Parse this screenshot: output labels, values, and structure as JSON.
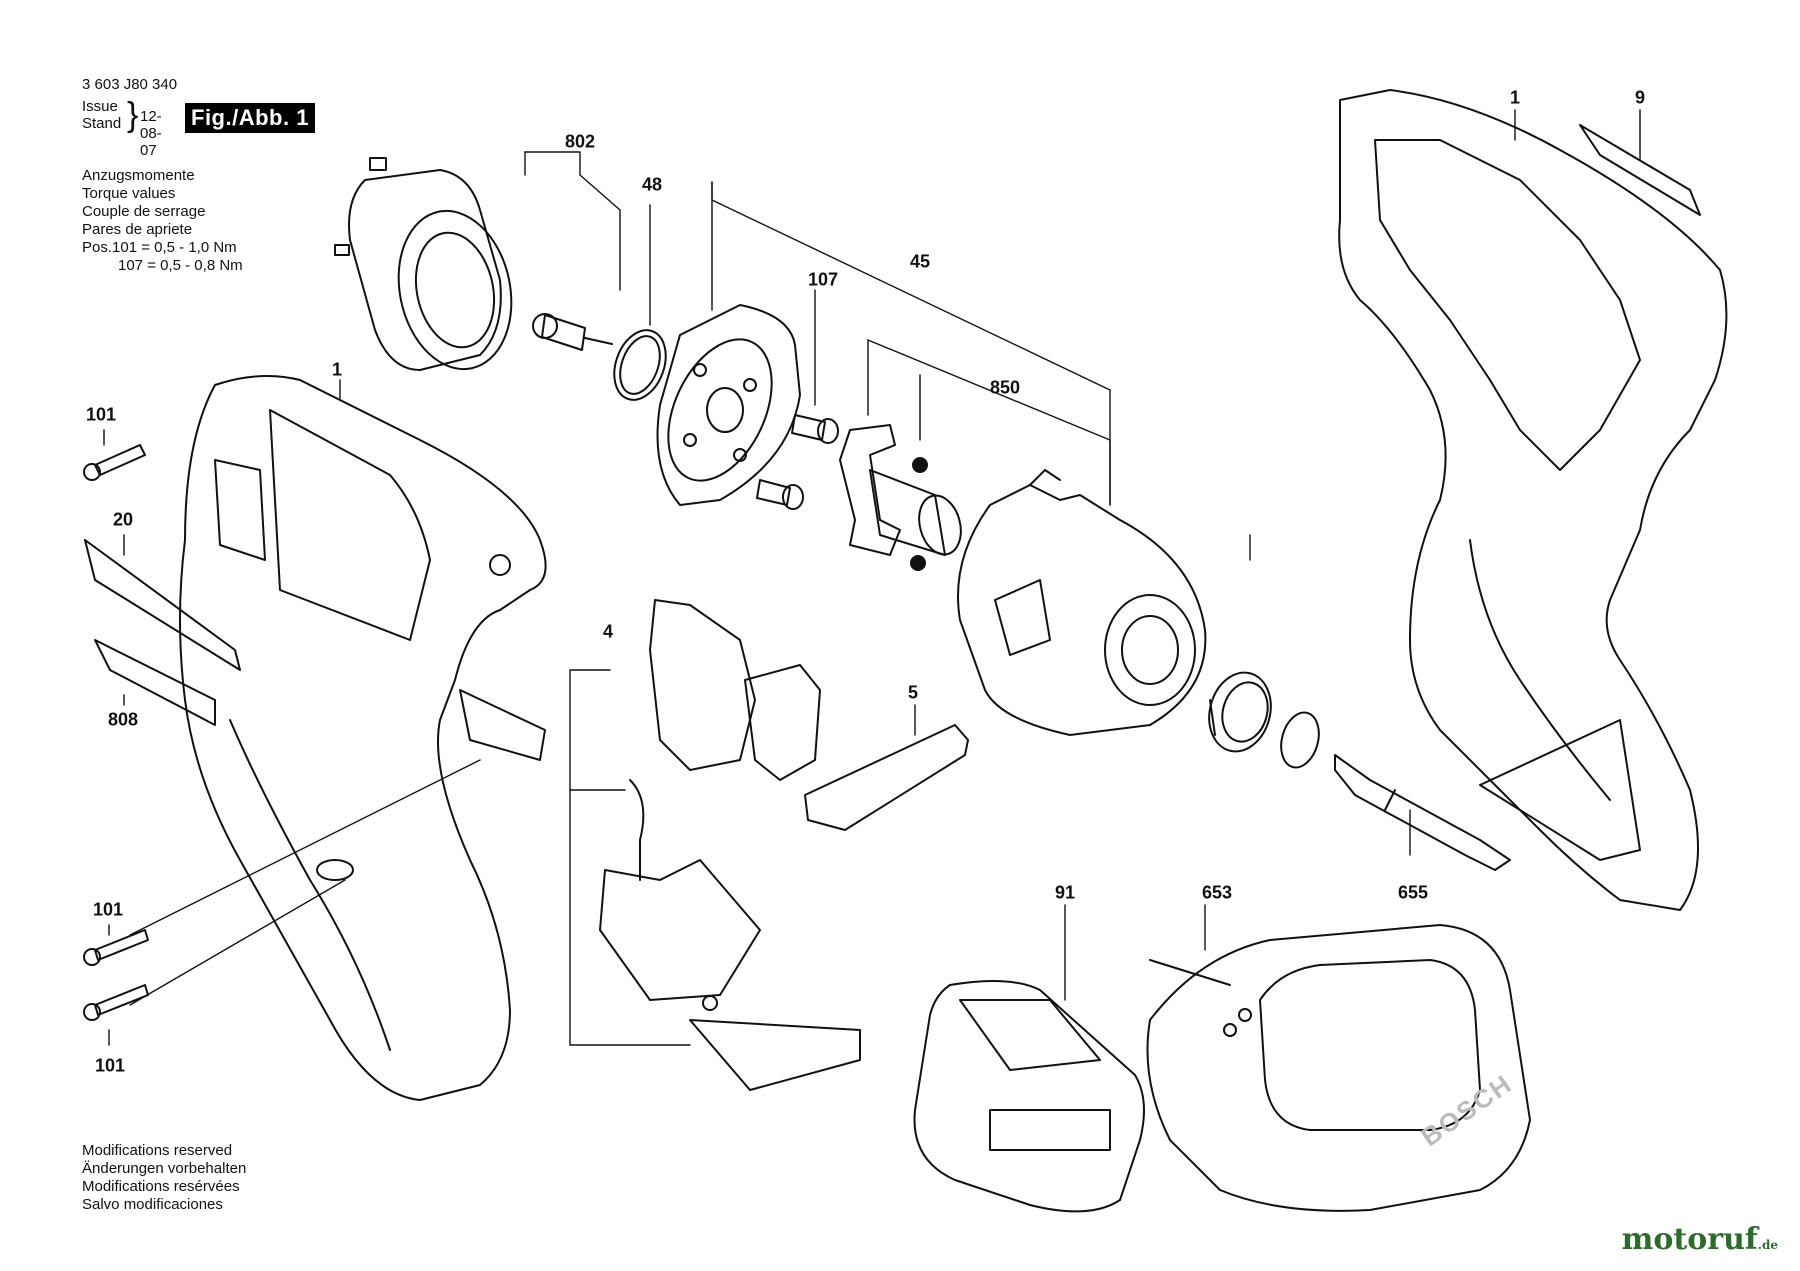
{
  "header": {
    "part_number": "3 603 J80 340",
    "issue_label": "Issue",
    "stand_label": "Stand",
    "date": "12-08-07",
    "figure": "Fig./Abb. 1"
  },
  "torque": {
    "lines": [
      "Anzugsmomente",
      "Torque values",
      "Couple de serrage",
      "Pares de apriete"
    ],
    "values": [
      "Pos.101 = 0,5 -  1,0 Nm",
      "107 = 0,5 -  0,8 Nm"
    ]
  },
  "notice": {
    "lines": [
      "Modifications reserved",
      "Änderungen vorbehalten",
      "Modifications resérvées",
      "Salvo modificaciones"
    ]
  },
  "callouts": [
    {
      "id": "802",
      "label": "802"
    },
    {
      "id": "48",
      "label": "48"
    },
    {
      "id": "45",
      "label": "45"
    },
    {
      "id": "107",
      "label": "107"
    },
    {
      "id": "850",
      "label": "850"
    },
    {
      "id": "1-right",
      "label": "1"
    },
    {
      "id": "9",
      "label": "9"
    },
    {
      "id": "1-left",
      "label": "1"
    },
    {
      "id": "101-top",
      "label": "101"
    },
    {
      "id": "20",
      "label": "20"
    },
    {
      "id": "808",
      "label": "808"
    },
    {
      "id": "4",
      "label": "4"
    },
    {
      "id": "5",
      "label": "5"
    },
    {
      "id": "655",
      "label": "655"
    },
    {
      "id": "91",
      "label": "91"
    },
    {
      "id": "653",
      "label": "653"
    },
    {
      "id": "101-mid",
      "label": "101"
    },
    {
      "id": "101-bot",
      "label": "101"
    }
  ],
  "charger_brand": "BOSCH",
  "watermark": {
    "main": "motoruf",
    "suffix": ".de"
  }
}
